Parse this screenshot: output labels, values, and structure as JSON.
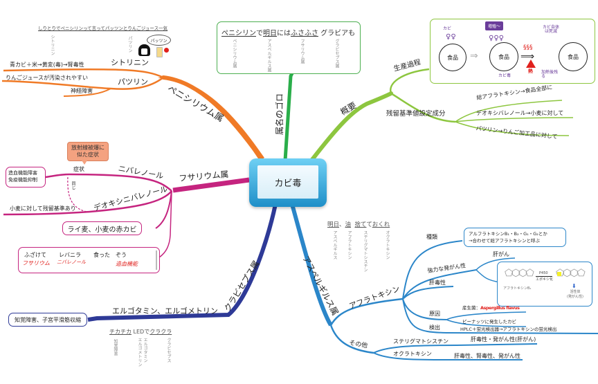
{
  "central": {
    "label": "カビ毒",
    "color": "#36a9de"
  },
  "branches": {
    "penicillium": {
      "label": "ペニシリウム属",
      "color": "#f07a26",
      "mnemonic": {
        "text": "しりとりでペニシリンって言ってパッツンとりんごジュース一気",
        "vert1": "シトリニン",
        "vert2": "パツリン",
        "bubble": "パッツン"
      },
      "children": [
        {
          "label": "シトリニン",
          "leaf": "青カビ＋米→黄変(毒)→腎毒性"
        },
        {
          "label": "パツリン",
          "leaves": [
            "りんごジュースが汚染されやすい",
            "神経障害"
          ]
        }
      ]
    },
    "mnemonic_genus": {
      "label": "属名のゴロ",
      "color": "#2aae4a",
      "box": {
        "text_parts": [
          "ペニシリン",
          "で",
          "明日",
          "には",
          "ふさふさ",
          " グラビアも"
        ],
        "verticals": [
          "ペニシリウム属",
          "アスペルギルス属",
          "フサリウム属",
          "グラビセプス属"
        ]
      }
    },
    "overview": {
      "label": "概要",
      "color": "#8dc63f",
      "children": [
        {
          "label": "生産過程",
          "illustration": {
            "food": "食品",
            "mold": "カビ",
            "bubble": "増殖〜",
            "dead": "カビ自体は死滅",
            "toxin": "カビ毒",
            "heat": "熱",
            "remain": "加熱後残る"
          }
        },
        {
          "label": "残留基準値設定成分",
          "leaves": [
            "総アフラトキシン→食品全部に",
            "デオキシバレノール→小麦に対して",
            "パツリン→りんご加工品に対して"
          ]
        }
      ]
    },
    "fusarium": {
      "label": "フサリウム属",
      "color": "#c5247f",
      "children": [
        {
          "label": "ニバレノール",
          "sub": "症状",
          "callout": "放射線被爆に似た症状",
          "box": "造血機能障害\n免疫機能抑制",
          "dashed": "同じ"
        },
        {
          "label": "デオキシニバレノール",
          "leaf": "小麦に対して残留基準あり"
        }
      ],
      "box_rye": "ライ麦、小麦の赤カビ",
      "mnemonic": {
        "words": [
          "ふざけて",
          "レバニラ",
          "食った",
          "ぞう"
        ],
        "notes": [
          "フサリウム",
          "ニバレノール",
          "",
          "造血機能"
        ]
      }
    },
    "claviceps": {
      "label": "クラビセプス属",
      "color": "#2e3a97",
      "child": "エルゴタミン、エルゴメトリン",
      "box": "知覚障害、子宮平滑筋収縮",
      "mnemonic": {
        "parts": [
          "チカチカ",
          " LEDで",
          "クラクラ"
        ],
        "verticals": [
          "知覚障害",
          "エルゴタミン",
          "エルゴメトリン",
          "クラビセプス"
        ]
      }
    },
    "aspergillus": {
      "label": "アスペルギルス属",
      "color": "#2b86c9",
      "mnemonic": {
        "parts": [
          "明日",
          "、",
          "油",
          "  ",
          "捨て",
          "て",
          "おくれ"
        ],
        "verticals": [
          "アスペルギルス",
          "アフラトキシン",
          "ステリグマトシスチン",
          "オクラトキシン"
        ]
      },
      "aflatoxin": {
        "label": "アフラトキシン",
        "children": [
          {
            "label": "種類",
            "box": [
              "アルフラトキシンB₁・B₂・G₁・G₂とか",
              "→合わせて総アフラトキシンと呼ぶ"
            ]
          },
          {
            "label": "強力な発がん性",
            "leaf": "肝がん",
            "figure": {
              "left": "アフラトキシンB₁",
              "arrow_top": "P450",
              "arrow_bottom": "エポキシ化",
              "right": "活性体\n(発がん性)"
            }
          },
          {
            "label": "肝毒性"
          },
          {
            "label": "原因",
            "leaves": [
              "産生菌：Aspergillus flavus",
              "ピーナッツに発生したカビ"
            ],
            "species_prefix": "産生菌：",
            "species": "Aspergillus flavus"
          },
          {
            "label": "検出",
            "leaf": "HPLC＋蛍光検出器→アフラトキシンの蛍光検出"
          }
        ]
      },
      "other": {
        "label": "その他",
        "children": [
          {
            "label": "ステリグマトシスチン",
            "leaf": "肝毒性・発がん性(肝がん)"
          },
          {
            "label": "オクラトキシン",
            "leaf": "肝毒性、腎毒性、発がん性"
          }
        ]
      }
    }
  }
}
